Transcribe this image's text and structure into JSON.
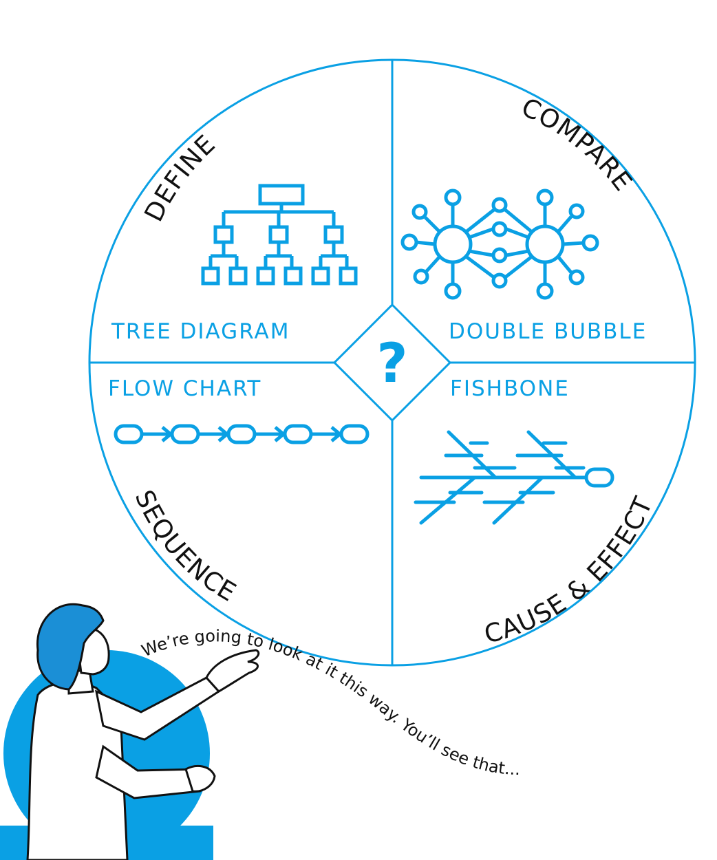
{
  "colors": {
    "accent": "#0aa0e4",
    "ink": "#111111",
    "background": "#ffffff"
  },
  "quadrants": {
    "define": {
      "category": "DEFINE",
      "map": "TREE DIAGRAM",
      "icon": "tree-diagram-icon"
    },
    "compare": {
      "category": "COMPARE",
      "map": "DOUBLE BUBBLE",
      "icon": "double-bubble-icon"
    },
    "sequence": {
      "category": "SEQUENCE",
      "map": "FLOW CHART",
      "icon": "flow-chart-icon"
    },
    "cause_effect": {
      "category": "CAUSE & EFFECT",
      "map": "FISHBONE",
      "icon": "fishbone-icon"
    }
  },
  "center": {
    "symbol": "?",
    "icon": "question-mark-icon"
  },
  "speech": "We’re going to look at it this way. You’ll see that..."
}
